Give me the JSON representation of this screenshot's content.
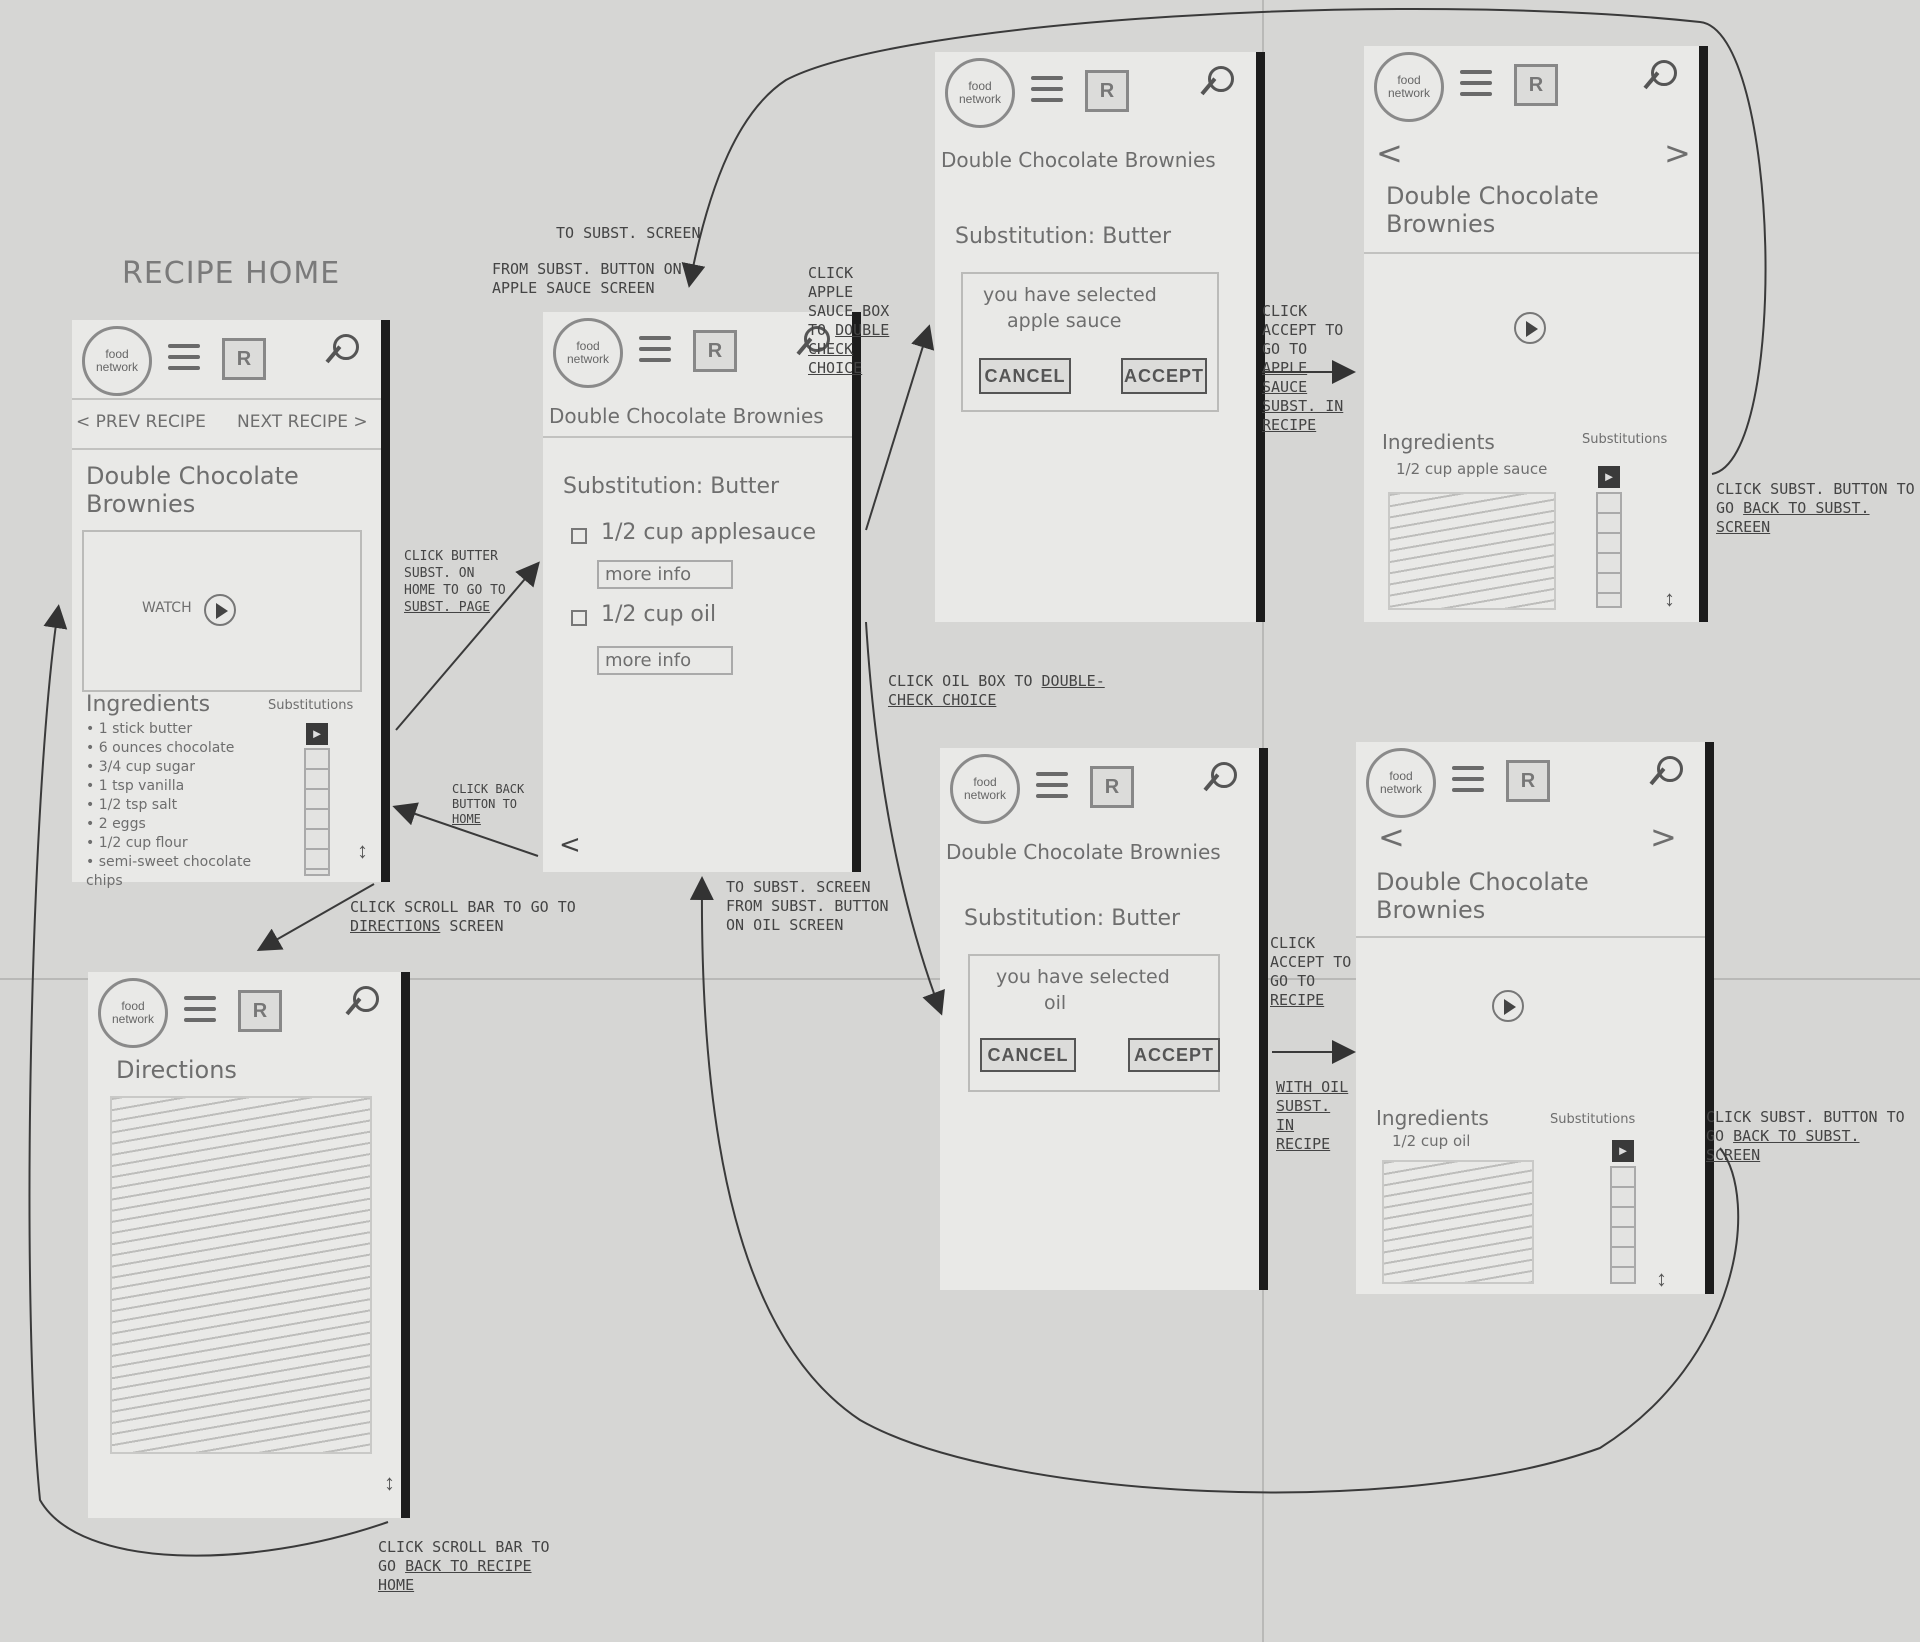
{
  "logo_text": "food network",
  "recipe_box_letter": "R",
  "recipe_title": "Double Chocolate Brownies",
  "recipe_title_line1": "Double Chocolate",
  "recipe_title_line2": "Brownies",
  "home": {
    "label": "RECIPE HOME",
    "prev": "< PREV RECIPE",
    "next": "NEXT RECIPE >",
    "watch": "WATCH",
    "ingredients_heading": "Ingredients",
    "substitutions_heading": "Substitutions",
    "ingredients": [
      "1 stick butter",
      "6 ounces chocolate",
      "3/4 cup sugar",
      "1 tsp vanilla",
      "1/2 tsp salt",
      "2 eggs",
      "1/2 cup flour",
      "semi-sweet chocolate chips"
    ]
  },
  "subst_page": {
    "heading": "Substitution: Butter",
    "option1": "1/2 cup applesauce",
    "option2": "1/2 cup oil",
    "more_info": "more info"
  },
  "confirm_apple": {
    "heading": "Substitution: Butter",
    "message_line1": "you have selected",
    "message_line2": "apple sauce",
    "cancel": "CANCEL",
    "accept": "ACCEPT"
  },
  "confirm_oil": {
    "heading": "Substitution: Butter",
    "message_line1": "you have selected",
    "message_line2": "oil",
    "cancel": "CANCEL",
    "accept": "ACCEPT"
  },
  "apple_recipe": {
    "ingredients_heading": "Ingredients",
    "substitutions_heading": "Substitutions",
    "first_ingredient": "1/2 cup apple sauce"
  },
  "oil_recipe": {
    "ingredients_heading": "Ingredients",
    "substitutions_heading": "Substitutions",
    "first_ingredient": "1/2 cup oil"
  },
  "directions": {
    "heading": "Directions"
  },
  "notes": {
    "to_subst_a": "TO SUBST. SCREEN",
    "from_subst_a": "FROM SUBST. BUTTON ON APPLE SAUCE SCREEN",
    "click_butter_1": "CLICK BUTTER SUBST. ON HOME TO GO TO",
    "click_butter_2": "SUBST. PAGE",
    "click_back_1": "CLICK BACK BUTTON TO",
    "click_back_2": "HOME",
    "click_apple_1": "CLICK APPLE SAUCE BOX TO",
    "click_apple_2": "DOUBLE CHECK CHOICE",
    "click_oil_1": "CLICK OIL BOX TO",
    "click_oil_2": "DOUBLE-CHECK CHOICE",
    "click_accept_apple_1": "CLICK ACCEPT TO GO TO",
    "click_accept_apple_2": "APPLE SAUCE SUBST. IN RECIPE",
    "click_subst_apple_1": "CLICK SUBST. BUTTON TO GO",
    "click_subst_apple_2": "BACK TO SUBST. SCREEN",
    "click_accept_oil_1": "CLICK ACCEPT TO GO TO",
    "click_accept_oil_2": "RECIPE",
    "click_accept_oil_3": "WITH OIL SUBST. IN RECIPE",
    "click_subst_oil_1": "CLICK SUBST. BUTTON TO GO",
    "click_subst_oil_2": "BACK TO SUBST. SCREEN",
    "click_scroll_dir_1": "CLICK SCROLL BAR TO GO TO",
    "click_scroll_dir_2": "DIRECTIONS",
    "click_scroll_dir_3": "SCREEN",
    "to_subst_b": "TO SUBST. SCREEN FROM SUBST. BUTTON ON OIL SCREEN",
    "click_scroll_back_1": "CLICK SCROLL BAR TO GO",
    "click_scroll_back_2": "BACK TO RECIPE HOME"
  }
}
